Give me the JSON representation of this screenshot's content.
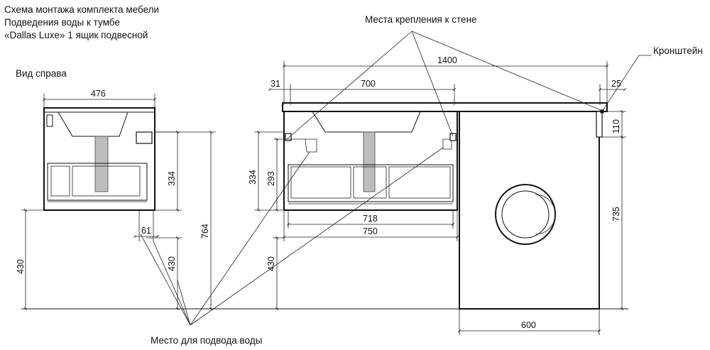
{
  "title_lines": [
    "Схема монтажа комплекта мебели",
    "Подведения воды к тумбе",
    "«Dallas Luxe» 1 ящик подвесной"
  ],
  "labels": {
    "side_view": "Вид справа",
    "wall_mounts": "Места крепления к стене",
    "bracket": "Кронштейн",
    "water_inlet": "Место для подвода воды"
  },
  "dimensions": {
    "side_width": "476",
    "side_334": "334",
    "side_764": "764",
    "side_430": "430",
    "side_430b": "430",
    "side_61": "61",
    "front_1400": "1400",
    "front_31": "31",
    "front_700": "700",
    "front_25": "25",
    "front_110": "110",
    "front_334": "334",
    "front_293": "293",
    "front_718": "718",
    "front_750": "750",
    "front_430": "430",
    "front_735": "735",
    "front_600": "600"
  }
}
